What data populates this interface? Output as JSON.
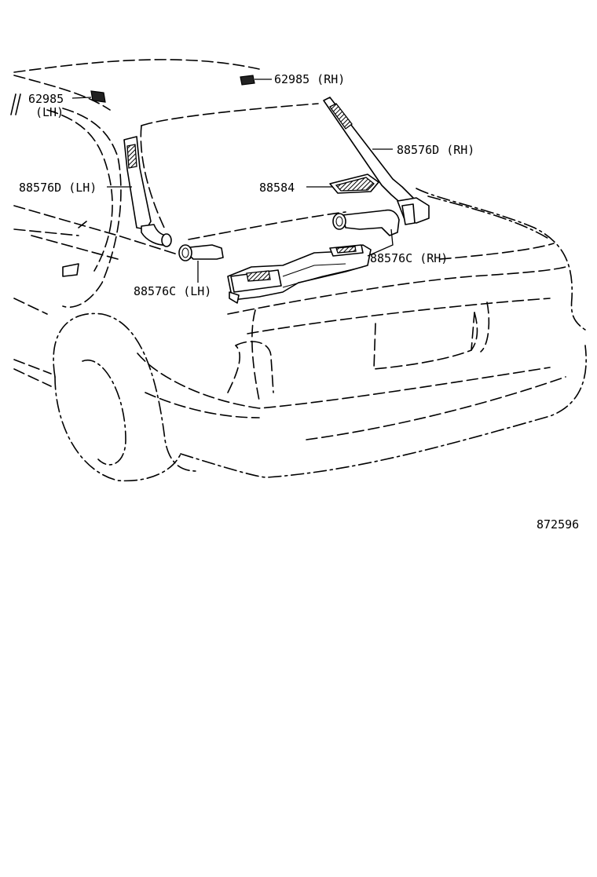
{
  "diagram": {
    "figure_number": "872596",
    "callouts": [
      {
        "id": "rear-side-pad-rh",
        "text": "62985 (RH)"
      },
      {
        "id": "rear-side-pad-lh",
        "text": "62985",
        "sub": "(LH)"
      },
      {
        "id": "duct-upper-rh",
        "text": "88576D (RH)"
      },
      {
        "id": "duct-upper-lh",
        "text": "88576D (LH)"
      },
      {
        "id": "duct-center",
        "text": "88584"
      },
      {
        "id": "duct-lower-rh",
        "text": "88576C (RH)"
      },
      {
        "id": "duct-lower-lh",
        "text": "88576C (LH)"
      }
    ]
  }
}
